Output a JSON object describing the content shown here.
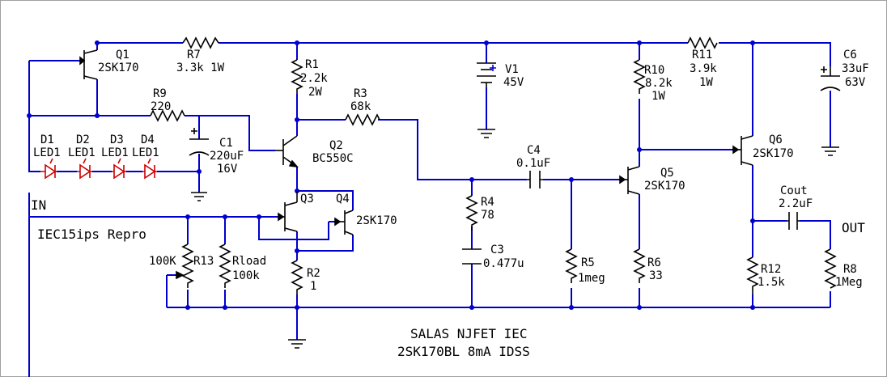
{
  "colors": {
    "wire": "#0000cc",
    "part": "#000000",
    "led": "#cc0000",
    "background": "#ffffff",
    "border": "#a0a0a0"
  },
  "labels": {
    "q1_name": "Q1",
    "q1_type": "2SK170",
    "r7_name": "R7",
    "r7_value": "3.3k 1W",
    "r9_name": "R9",
    "r9_value": "220",
    "d1": "D1",
    "d2": "D2",
    "d3": "D3",
    "d4": "D4",
    "led_type": "LED1",
    "c1_name": "C1",
    "c1_value": "220uF",
    "c1_voltage": "16V",
    "in": "IN",
    "title": "IEC15ips Repro",
    "r13_value": "100K",
    "r13_name": "R13",
    "rload_name": "Rload",
    "rload_value": "100k",
    "r1_name": "R1",
    "r1_value": "2.2k",
    "r1_power": "2W",
    "q2_name": "Q2",
    "q2_type": "BC550C",
    "q3_name": "Q3",
    "q4_name": "Q4",
    "q34_type": "2SK170",
    "r2_name": "R2",
    "r2_value": "1",
    "r3_name": "R3",
    "r3_value": "68k",
    "v1_name": "V1",
    "v1_value": "45V",
    "c4_name": "C4",
    "c4_value": "0.1uF",
    "r4_name": "R4",
    "r4_value": "78",
    "c3_name": "C3",
    "c3_value": "0.477u",
    "r5_name": "R5",
    "r5_value": "1meg",
    "r10_name": "R10",
    "r10_value": "8.2k",
    "r10_power": "1W",
    "q5_name": "Q5",
    "q5_type": "2SK170",
    "r6_name": "R6",
    "r6_value": "33",
    "r11_name": "R11",
    "r11_value": "3.9k",
    "r11_power": "1W",
    "q6_name": "Q6",
    "q6_type": "2SK170",
    "c6_name": "C6",
    "c6_value": "33uF",
    "c6_voltage": "63V",
    "cout_name": "Cout",
    "cout_value": "2.2uF",
    "out": "OUT",
    "r12_name": "R12",
    "r12_value": "1.5k",
    "r8_name": "R8",
    "r8_value": "1Meg",
    "caption_line1": "SALAS NJFET IEC",
    "caption_line2": "2SK170BL 8mA IDSS"
  }
}
